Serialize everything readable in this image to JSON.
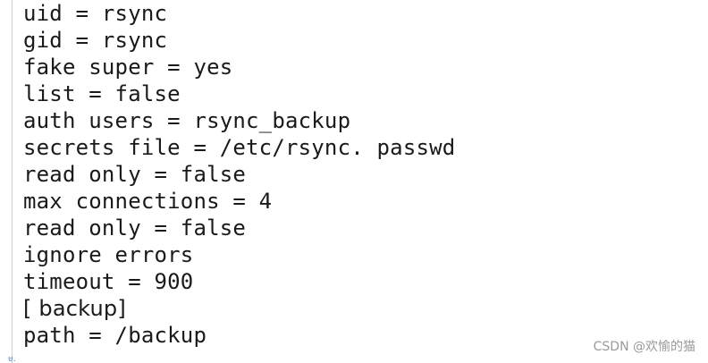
{
  "editor": {
    "lines": [
      "uid = rsync",
      "gid = rsync",
      "fake super = yes",
      "list = false",
      "auth users = rsync_backup",
      "secrets file = /etc/rsync. passwd",
      "read only = false",
      "max connections = 4",
      "read only = false",
      "ignore errors",
      "timeout = 900",
      "[ backup]",
      "path = /backup"
    ],
    "gutter_mark": "01"
  },
  "watermark": "CSDN @欢愉的猫"
}
